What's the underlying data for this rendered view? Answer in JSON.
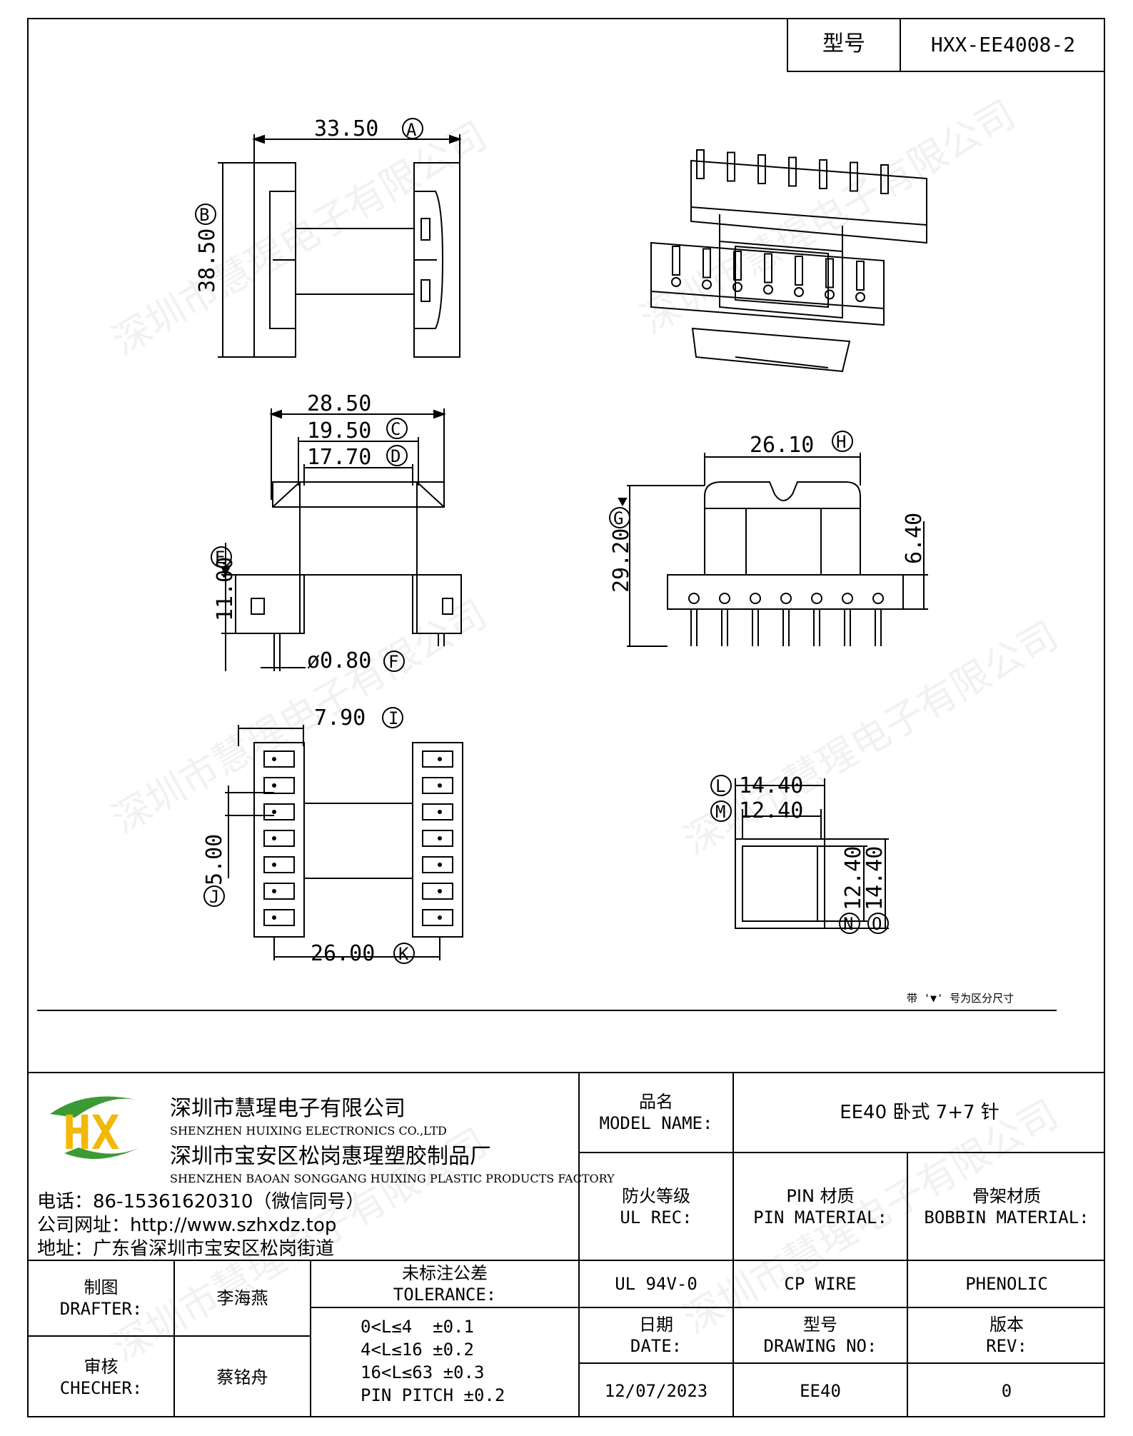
{
  "header": {
    "model_label": "型号",
    "model_value": "HXX-EE4008-2"
  },
  "drawing": {
    "dim_a": "33.50",
    "dim_b": "38.50",
    "dim_28": "28.50",
    "dim_c": "19.50",
    "dim_d": "17.70",
    "dim_e": "11.00",
    "dim_f": "ø0.80",
    "dim_h": "26.10",
    "dim_g": "29.20",
    "dim_640": "6.40",
    "dim_i": "7.90",
    "dim_j": "5.00",
    "dim_k": "26.00",
    "dim_l": "14.40",
    "dim_m": "12.40",
    "dim_n": "12.40",
    "dim_o": "14.40",
    "letters": [
      "A",
      "B",
      "C",
      "D",
      "E",
      "F",
      "G",
      "H",
      "I",
      "J",
      "K",
      "L",
      "M",
      "N",
      "O"
    ],
    "note": "带 '▼' 号为区分尺寸"
  },
  "company": {
    "name_cn": "深圳市慧瑆电子有限公司",
    "name_en": "SHENZHEN HUIXING ELECTRONICS CO.,LTD",
    "factory_cn": "深圳市宝安区松岗惠瑆塑胶制品厂",
    "factory_en": "SHENZHEN BAOAN SONGGANG HUIXING PLASTIC PRODUCTS FACTORY",
    "phone": "电话：86-15361620310（微信同号）",
    "website": "公司网址：http://www.szhxdz.top",
    "address": "地址：广东省深圳市宝安区松岗街道",
    "logo_text": "HX",
    "logo_colors": {
      "green": "#3a9b35",
      "yellow": "#f2b807"
    }
  },
  "title_block": {
    "model_name_cn": "品名",
    "model_name_en": "MODEL NAME:",
    "model_name_value": "EE40 卧式 7+7 针",
    "ul_cn": "防火等级",
    "ul_en": "UL REC:",
    "pin_cn": "PIN 材质",
    "pin_en": "PIN MATERIAL:",
    "bobbin_cn": "骨架材质",
    "bobbin_en": "BOBBIN MATERIAL:",
    "ul_value": "UL 94V-0",
    "pin_value": "CP WIRE",
    "bobbin_value": "PHENOLIC",
    "date_cn": "日期",
    "date_en": "DATE:",
    "drawing_cn": "型号",
    "drawing_en": "DRAWING NO:",
    "rev_cn": "版本",
    "rev_en": "REV:",
    "date_value": "12/07/2023",
    "drawing_value": "EE40",
    "rev_value": "0",
    "drafter_cn": "制图",
    "drafter_en": "DRAFTER:",
    "drafter_name": "李海燕",
    "checker_cn": "审核",
    "checker_en": "CHECHER:",
    "checker_name": "蔡铭舟",
    "tolerance_cn": "未标注公差",
    "tolerance_en": "TOLERANCE:",
    "tolerance_lines": [
      "0<L≤4  ±0.1",
      "4<L≤16 ±0.2",
      "16<L≤63 ±0.3",
      "PIN PITCH ±0.2"
    ]
  },
  "watermark": "深圳市慧瑆电子有限公司"
}
